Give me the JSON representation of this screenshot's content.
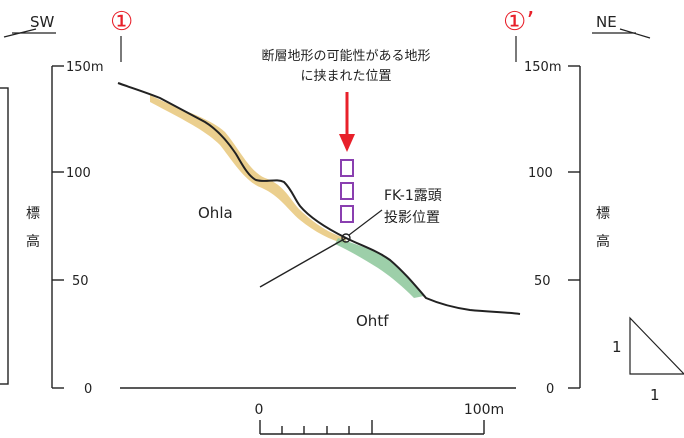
{
  "section": {
    "left_direction": "SW",
    "right_direction": "NE",
    "left_point": "①",
    "right_point": "①’"
  },
  "left_axis": {
    "tick_labels": [
      "150m",
      "100",
      "50",
      "0"
    ],
    "label_chars": [
      "標",
      "高"
    ]
  },
  "right_axis": {
    "tick_labels": [
      "150m",
      "100",
      "50",
      "0"
    ],
    "label_chars": [
      "標",
      "高"
    ]
  },
  "scale_bar": {
    "start_label": "0",
    "end_label": "100m"
  },
  "annotations": {
    "fault_note_line1": "断層地形の可能性がある地形",
    "fault_note_line2": "に挟まれた位置",
    "outcrop_line1": "FK-1露頭",
    "outcrop_line2": "投影位置"
  },
  "units": {
    "upper": "Ohla",
    "lower": "Ohtf"
  },
  "ratio": {
    "vertical": "1",
    "horizontal": "1"
  },
  "colors": {
    "marker_red": "#e8202a",
    "unit_yellow": "#e8c77a",
    "unit_green": "#8cc79a",
    "purple_box": "#8a3fb0"
  }
}
